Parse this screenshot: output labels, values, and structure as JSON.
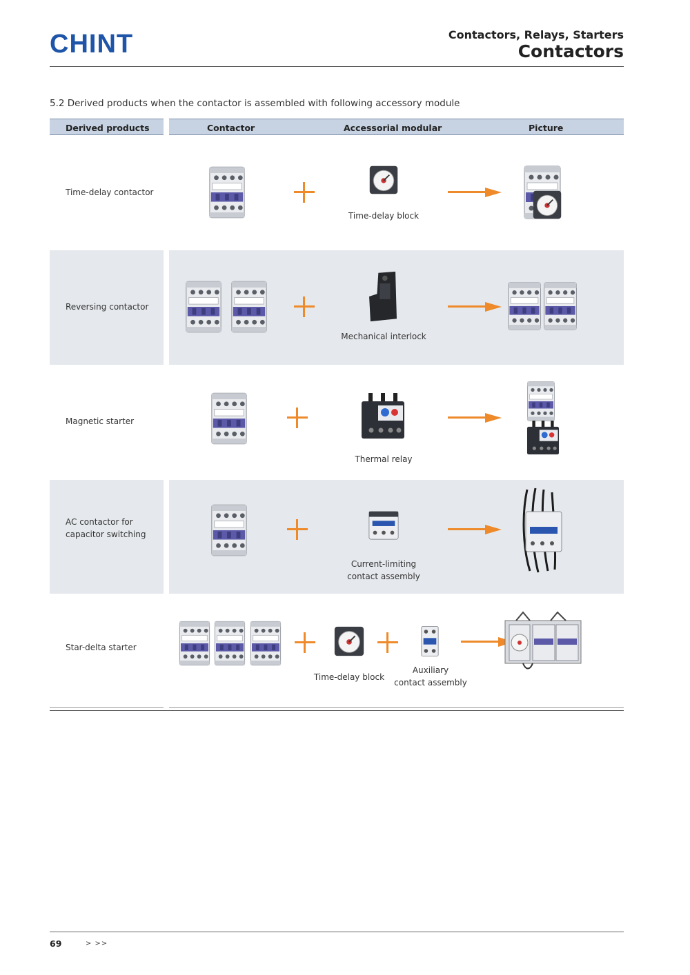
{
  "brand": "CHINT",
  "header": {
    "category": "Contactors, Relays, Starters",
    "title": "Contactors"
  },
  "section_title": "5.2 Derived products when the contactor is assembled with following accessory module",
  "columns": [
    "Derived products",
    "Contactor",
    "Accessorial modular",
    "Picture"
  ],
  "rows": [
    {
      "label": "Time-delay contactor",
      "accessory": "Time-delay block"
    },
    {
      "label": "Reversing contactor",
      "accessory": "Mechanical interlock"
    },
    {
      "label": "Magnetic starter",
      "accessory": "Thermal relay"
    },
    {
      "label_line1": "AC contactor for",
      "label_line2": "capacitor switching",
      "accessory_line1": "Current-limiting",
      "accessory_line2": "contact assembly"
    },
    {
      "label": "Star-delta starter",
      "accessory_a": "Time-delay block",
      "accessory_b_line1": "Auxiliary",
      "accessory_b_line2": "contact assembly"
    }
  ],
  "footer": {
    "page_number": "69",
    "nav": "> >>"
  },
  "colors": {
    "brand": "#1e55a8",
    "accent": "#ee8a2a",
    "header_band": "#c7d3e3",
    "row_shade": "#e5e8ec"
  }
}
